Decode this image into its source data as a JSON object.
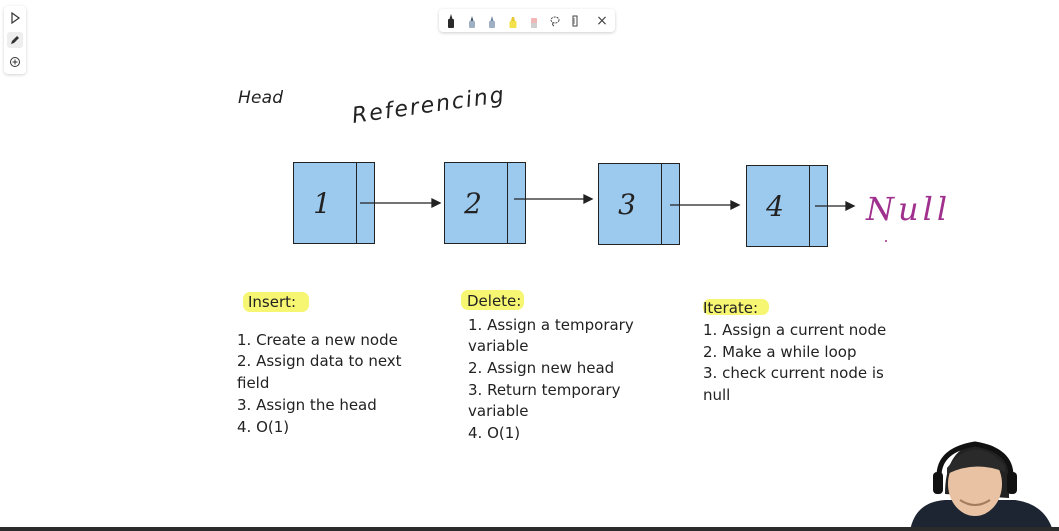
{
  "toolbar": {
    "tools": [
      {
        "name": "pen-black-icon",
        "color": "#2a2a2a"
      },
      {
        "name": "pen-darkblue-icon",
        "color": "#4a5d73"
      },
      {
        "name": "pen-blue-icon",
        "color": "#6f86a0"
      },
      {
        "name": "highlighter-yellow-icon",
        "color": "#f2e14a"
      },
      {
        "name": "eraser-icon",
        "color": "#f1b6b6"
      },
      {
        "name": "lasso-icon"
      },
      {
        "name": "ruler-icon"
      },
      {
        "name": "close-icon",
        "glyph": "×"
      }
    ]
  },
  "left_rail": [
    "pointer-icon",
    "pen-icon",
    "add-icon"
  ],
  "canvas": {
    "head_label": "Head",
    "referencing_label": "Referencing",
    "nodes": [
      "1",
      "2",
      "3",
      "4"
    ],
    "null_label": "Null",
    "null_color": "#a0308e",
    "node_color": "#9cc9ee",
    "highlight_color": "#f7f56a",
    "insert": {
      "title": "Insert:",
      "steps": [
        "1. Create a new node",
        "2. Assign data to next",
        "field",
        "3. Assign the head",
        "4. O(1)"
      ]
    },
    "delete": {
      "title": "Delete:",
      "steps": [
        "1. Assign a temporary",
        "variable",
        "2. Assign new head",
        "3. Return temporary",
        "variable",
        "4. O(1)"
      ]
    },
    "iterate": {
      "title": "Iterate:",
      "steps": [
        "1. Assign a current node",
        "2. Make a while loop",
        "3. check current node is",
        "null"
      ]
    }
  }
}
